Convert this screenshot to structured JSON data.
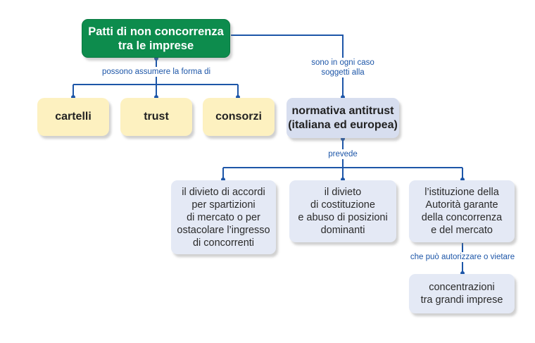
{
  "nodes": {
    "title": [
      "Patti di non concorrenza",
      "tra le imprese"
    ],
    "cartelli": "cartelli",
    "trust": "trust",
    "consorzi": "consorzi",
    "normativa": [
      "normativa antitrust",
      "(italiana ed europea)"
    ],
    "divieto_accordi": [
      "il divieto di accordi",
      "per spartizioni",
      "di mercato o per",
      "ostacolare l’ingresso",
      "di concorrenti"
    ],
    "divieto_posizioni": [
      "il divieto",
      "di costituzione",
      "e abuso di posizioni",
      "dominanti"
    ],
    "autorita": [
      "l’istituzione della",
      "Autorità garante",
      "della concorrenza",
      "e del mercato"
    ],
    "concentrazioni": [
      "concentrazioni",
      "tra grandi imprese"
    ]
  },
  "labels": {
    "possono": "possono assumere la forma di",
    "soggetti": [
      "sono in ogni caso",
      "soggetti alla"
    ],
    "prevede": "prevede",
    "autorizzare": "che può autorizzare o vietare"
  },
  "colors": {
    "title_bg": "#0d8c4d",
    "yellow_bg": "#fdf1c0",
    "blue_bg": "#e4e9f5",
    "connector": "#1d56a8"
  }
}
